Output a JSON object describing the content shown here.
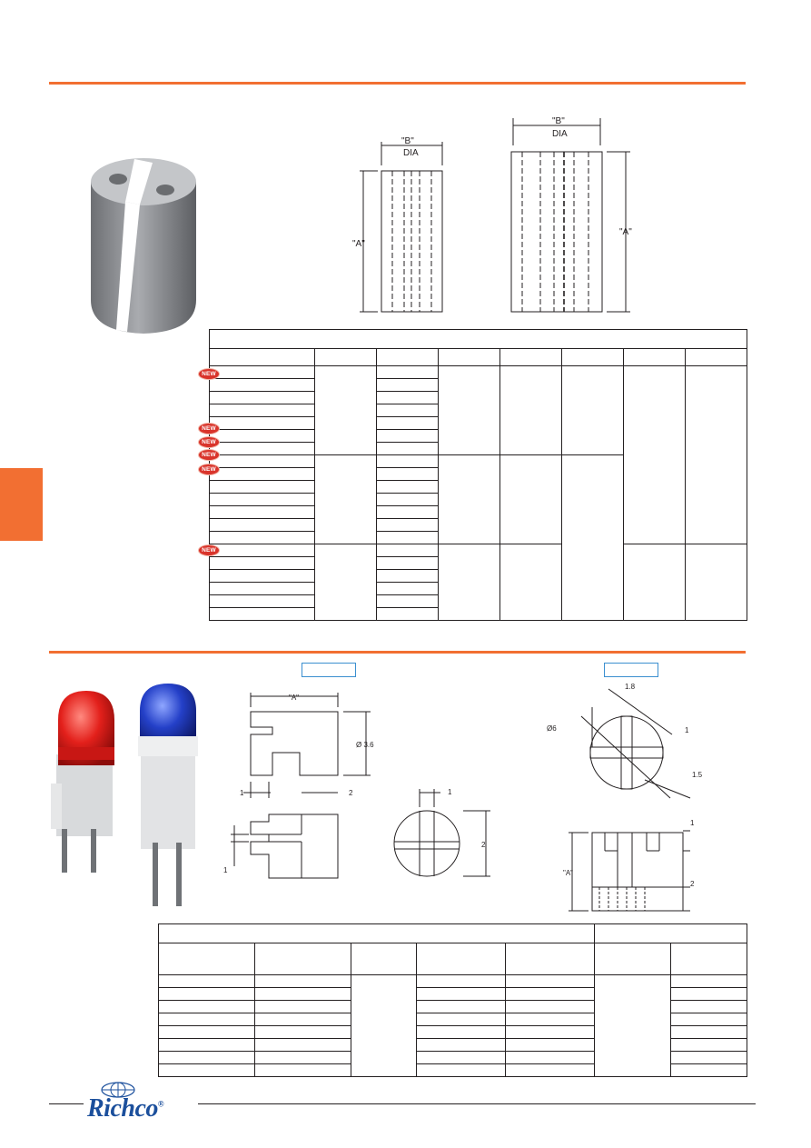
{
  "top_drawing": {
    "label_b": "\"B\"",
    "label_dia": "DIA",
    "label_a": "\"A\""
  },
  "lower_drawing": {
    "label_a": "\"A\"",
    "dia_36": "Ø 3.6",
    "dim_1": "1",
    "dim_2": "2",
    "dim_18": "1.8",
    "dia_6": "Ø6",
    "dim_15": "1.5"
  },
  "badges": {
    "new": "NEW"
  },
  "brand": {
    "name": "Richco",
    "mark": "®"
  },
  "colors": {
    "accent": "#f26f32",
    "tag_border": "#3b8fd0",
    "badge": "#d9342b",
    "brand": "#1b4f9c"
  }
}
